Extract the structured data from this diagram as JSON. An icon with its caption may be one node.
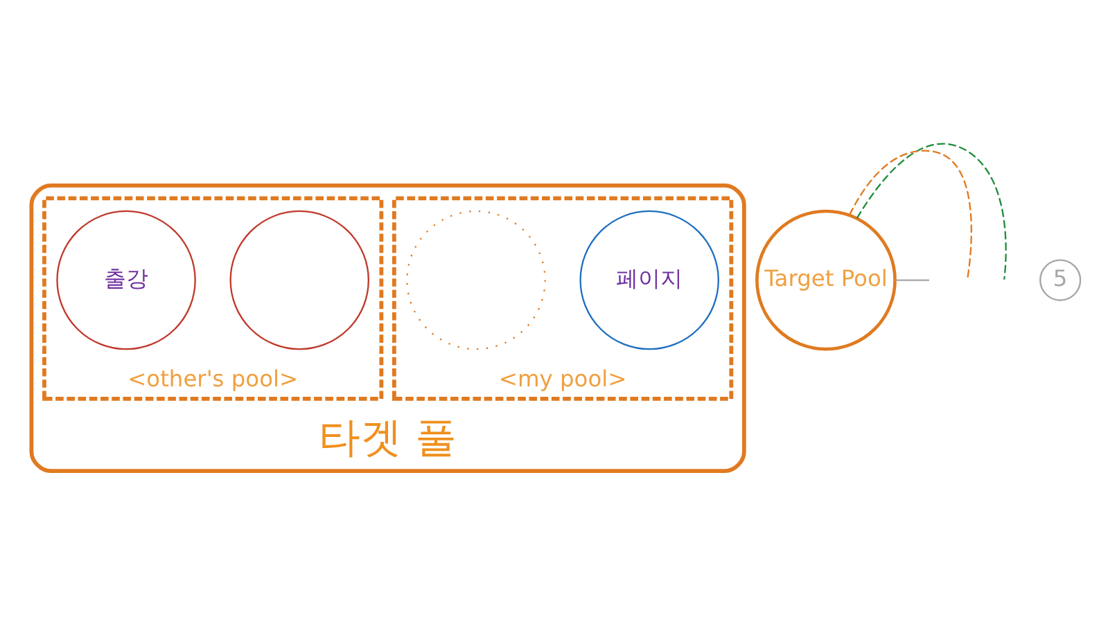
{
  "diagram": {
    "nodes": [
      {
        "text": [
          "타겟 풀"
        ]
      },
      {
        "text": [
          "<my pool>"
        ],
        "in": 0
      },
      {
        "text": [
          "<other's pool>"
        ],
        "in": 0
      },
      {
        "text": [
          "페이지"
        ],
        "in": 1
      },
      {
        "text": [],
        "shape": "circle",
        "in": 1
      },
      {
        "text": [],
        "shape": "circle",
        "in": 2
      },
      {
        "text": [
          "출강"
        ],
        "in": 2
      },
      {
        "text": [
          "Target Pool"
        ]
      }
    ],
    "edges": [
      {
        "from": 7,
        "to": null,
        "arrow": "none",
        "style": "dashed",
        "color": "#1e8c3a"
      },
      {
        "from": 7,
        "to": null,
        "arrow": "none",
        "style": "dashed",
        "color": "#e07a20"
      },
      {
        "from": 7,
        "to": null,
        "arrow": "none",
        "color": "#a6a6a6"
      }
    ],
    "labels": [
      "5"
    ]
  }
}
